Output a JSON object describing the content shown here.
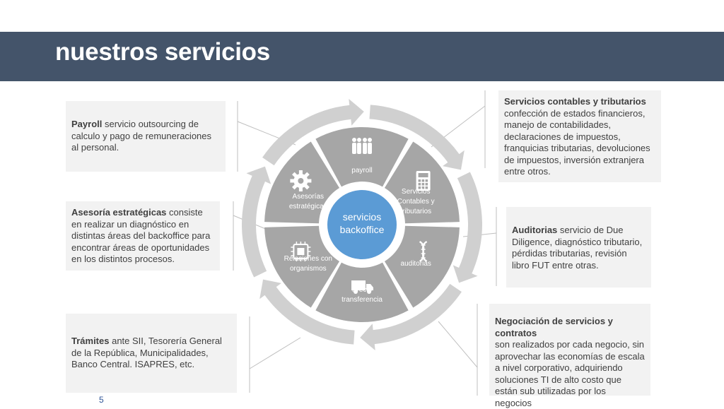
{
  "header": {
    "title": "nuestros servicios"
  },
  "diagram": {
    "center": {
      "line1": "servicios",
      "line2": "backoffice"
    },
    "segments": [
      {
        "id": "payroll",
        "lines": [
          "payroll"
        ],
        "icon": "people-icon"
      },
      {
        "id": "contables",
        "lines": [
          "Servicios",
          "Contables y",
          "tributarios"
        ],
        "icon": "calculator-icon"
      },
      {
        "id": "auditorias",
        "lines": [
          "auditorias"
        ],
        "icon": "dna-icon"
      },
      {
        "id": "precio",
        "lines": [
          "Precio",
          "transferencia"
        ],
        "icon": "truck-icon"
      },
      {
        "id": "relaciones",
        "lines": [
          "Relaciones con",
          "organismos"
        ],
        "icon": "chip-icon"
      },
      {
        "id": "asesorias",
        "lines": [
          "Asesorías",
          "estratégicas"
        ],
        "icon": "gear-icon"
      }
    ]
  },
  "boxes": {
    "payroll": {
      "title": "Payroll",
      "desc": " servicio outsourcing de calculo y pago de remuneraciones al personal."
    },
    "asesoria": {
      "title": "Asesoría estratégicas",
      "desc": " consiste en realizar un diagnóstico en distintas áreas del backoffice para encontrar áreas de oportunidades en los distintos procesos."
    },
    "tramites": {
      "title": "Trámites",
      "desc": " ante SII, Tesorería General de la República, Municipalidades, Banco Central. ISAPRES, etc."
    },
    "contables": {
      "title": "Servicios contables y tributarios",
      "desc": "confección de estados financieros, manejo de contabilidades, declaraciones de impuestos, franquicias tributarias, devoluciones de impuestos, inversión extranjera entre otros."
    },
    "auditorias": {
      "title": "Auditorias",
      "desc": " servicio de Due Diligence, diagnóstico tributario, pérdidas tributarias, revisión libro FUT entre otras."
    },
    "negociacion": {
      "title": "Negociación de servicios y contratos",
      "desc": "son realizados por cada negocio, sin aprovechar las economías de escala a nivel corporativo, adquiriendo soluciones TI de alto costo que están sub utilizadas por los negocios"
    }
  },
  "footer": {
    "page_number": "5"
  },
  "colors": {
    "banner": "#44546a",
    "segment": "#a6a6a6",
    "ring": "#d0d0d0",
    "center": "#5b9bd5",
    "box": "#f2f2f2"
  }
}
